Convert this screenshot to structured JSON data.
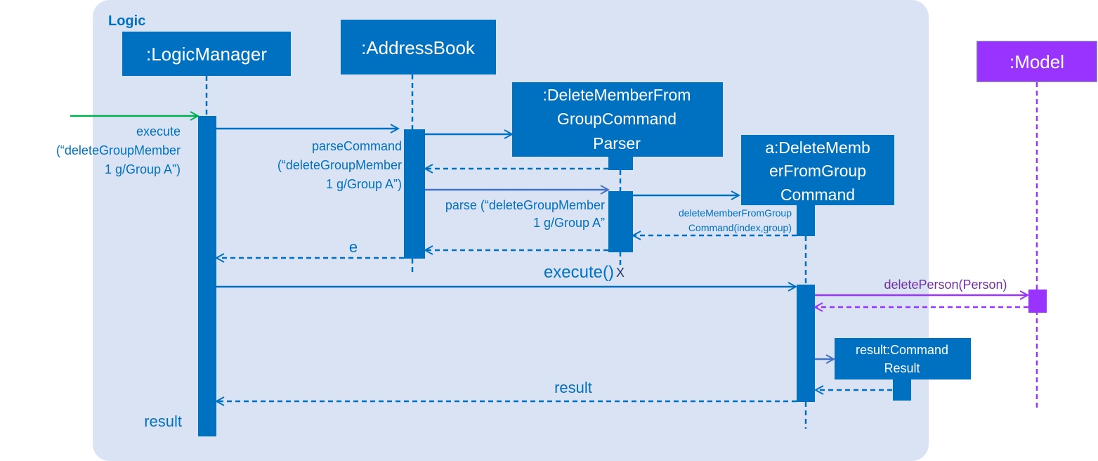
{
  "colors": {
    "frame": "#dae3f3",
    "blue": "#0070c0",
    "blue_light": "#4472c4",
    "green": "#00b050",
    "purple": "#9933ff",
    "white": "#ffffff"
  },
  "frame": {
    "label": "Logic"
  },
  "participants": {
    "logic_manager": {
      "label": ":LogicManager"
    },
    "address_book": {
      "label": ":AddressBook"
    },
    "parser": {
      "line1": ":DeleteMemberFrom",
      "line2": "GroupCommand",
      "line3": "Parser"
    },
    "command": {
      "line1": "a:DeleteMemb",
      "line2": "erFromGroup",
      "line3": "Command"
    },
    "command_result": {
      "line1": "result:Command",
      "line2": "Result"
    },
    "model": {
      "label": ":Model"
    }
  },
  "messages": {
    "execute_in": {
      "line1": "execute",
      "line2": "(“deleteGroupMember",
      "line3": "1 g/Group A”)"
    },
    "parse_command": {
      "line1": "parseCommand",
      "line2": "(“deleteGroupMember",
      "line3": "1 g/Group A”)"
    },
    "parse": {
      "line1": "parse (“deleteGroupMember",
      "line2": "1 g/Group A”"
    },
    "create_command": {
      "line1": "deleteMemberFromGroup",
      "line2": "Command(index,group)"
    },
    "return_e": {
      "label": "e"
    },
    "destroy": {
      "label": "X"
    },
    "execute_call": {
      "label": "execute()"
    },
    "delete_person": {
      "label": "deletePerson(Person)"
    },
    "return_result": {
      "label": "result"
    },
    "final_result": {
      "label": "result"
    }
  }
}
